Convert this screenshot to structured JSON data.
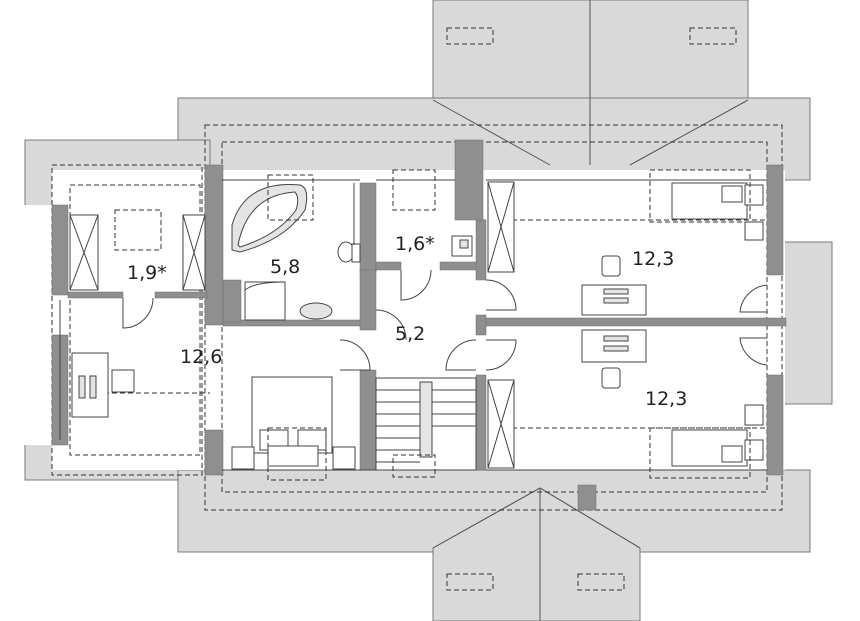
{
  "rooms": [
    {
      "id": "wardrobe",
      "area": "1,9*"
    },
    {
      "id": "bathroom",
      "area": "5,8"
    },
    {
      "id": "wc",
      "area": "1,6*"
    },
    {
      "id": "bedroom-ne",
      "area": "12,3"
    },
    {
      "id": "hall",
      "area": "5,2"
    },
    {
      "id": "master-bedroom",
      "area": "12,6"
    },
    {
      "id": "bedroom-se",
      "area": "12,3"
    }
  ]
}
